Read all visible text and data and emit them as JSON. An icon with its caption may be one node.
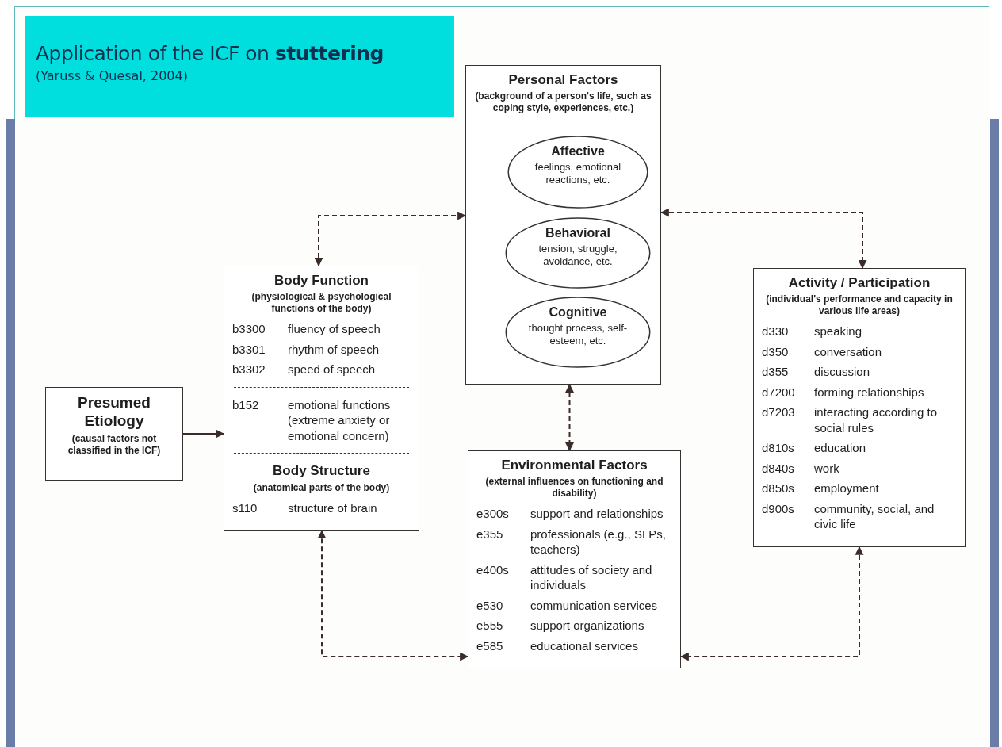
{
  "diagram": {
    "title": "Application of the ICF on **stuttering**",
    "nodes": [
      {
        "text": [
          "Personal Factors",
          "(background of a person's life, such as coping style, experiences, etc.)"
        ]
      },
      {
        "text": [
          "Affective",
          "feelings, emotional reactions, etc."
        ],
        "in": 0
      },
      {
        "text": [
          "Behavioral",
          "tension, struggle, avoidance, etc."
        ],
        "in": 0
      },
      {
        "text": [
          "Cognitive",
          "thought process, self-esteem, etc."
        ],
        "in": 0
      },
      {
        "text": [
          "Body Function",
          "(physiological & psychological functions of the body)",
          "b3300",
          "fluency of speech",
          "b3301",
          "rhythm of speech",
          "b3302",
          "speed of speech",
          "b152",
          "emotional functions (extreme anxiety or emotional concern)",
          "Body Structure",
          "(anatomical parts of the body)",
          "s110",
          "structure of brain"
        ]
      },
      {
        "text": [
          "Activity / Participation",
          "(individual's performance and capacity in various life areas)",
          "d330",
          "speaking",
          "d350",
          "conversation",
          "d355",
          "discussion",
          "d7200",
          "forming relationships",
          "d7203",
          "interacting according to social rules",
          "d810s",
          "education",
          "d840s",
          "work",
          "d850s",
          "employment",
          "d900s",
          "community, social, and civic life"
        ]
      },
      {
        "text": [
          "Presumed Etiology",
          "(causal factors not classified in the ICF)"
        ]
      },
      {
        "text": [
          "Environmental Factors",
          "(external influences on functioning and disability)",
          "e300s",
          "support and relationships",
          "e355",
          "professionals (e.g., SLPs, teachers)",
          "e400s",
          "attitudes of society and individuals",
          "e530",
          "communication services",
          "e555",
          "support organizations",
          "e585",
          "educational services"
        ]
      }
    ],
    "edges": [
      {
        "from": 6,
        "to": 4,
        "arrow": "to"
      },
      {
        "from": 4,
        "to": 0,
        "arrow": "both",
        "style": "dashed"
      },
      {
        "from": 0,
        "to": 5,
        "arrow": "both",
        "style": "dashed"
      },
      {
        "from": 0,
        "to": 7,
        "arrow": "both",
        "style": "dashed"
      },
      {
        "from": 4,
        "to": 7,
        "arrow": "both",
        "style": "dashed"
      },
      {
        "from": 5,
        "to": 7,
        "arrow": "both",
        "style": "dashed"
      }
    ],
    "labels": [
      "(Yaruss & Quesal, 2004)"
    ]
  }
}
